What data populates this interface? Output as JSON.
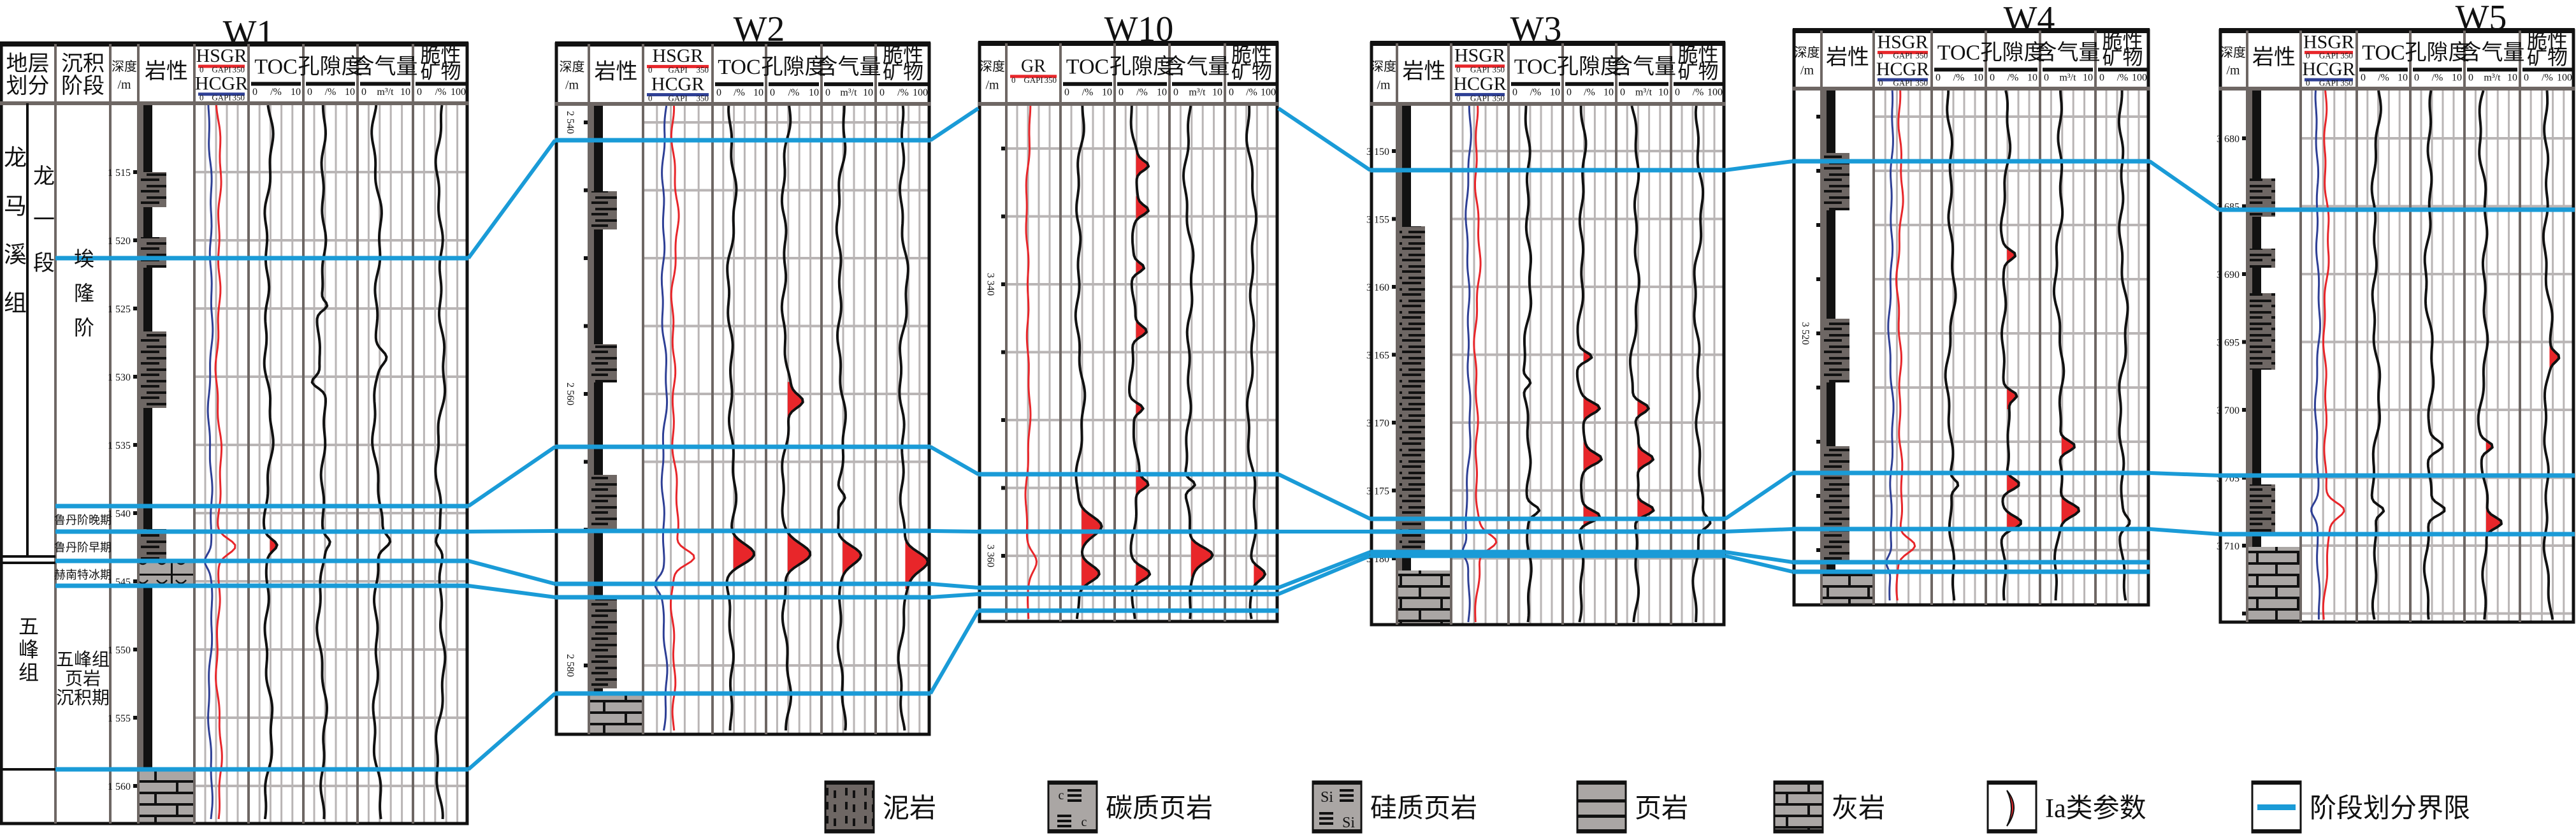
{
  "colors": {
    "boundary": "#1a9bd7",
    "hsgr": "#e8262a",
    "hcgr": "#2e3f95",
    "ia": "#e8262a"
  },
  "wells": [
    {
      "title": "W1",
      "header": {
        "strat": [
          "地层",
          "划分"
        ],
        "stage": [
          "沉积",
          "阶段"
        ],
        "depth": [
          "深度",
          "/m"
        ],
        "lithology": "岩性",
        "gr": [
          {
            "name": "HSGR",
            "min": "0",
            "unit": "GAPI",
            "max": "350"
          },
          {
            "name": "HCGR",
            "min": "0",
            "unit": "GAPI",
            "max": "350"
          }
        ],
        "toc": {
          "label": [
            "TOC"
          ],
          "min": "0",
          "unit": "/%",
          "max": "10"
        },
        "porosity": {
          "label": [
            "孔隙度"
          ],
          "min": "0",
          "unit": "/%",
          "max": "10"
        },
        "gas": {
          "label": [
            "含气量"
          ],
          "min": "0",
          "unit": "m³/t",
          "max": "10"
        },
        "brittle": {
          "label": [
            "脆性",
            "矿物"
          ],
          "min": "0",
          "unit": "/%",
          "max": "100"
        }
      },
      "depth_labels": [
        "1 515",
        "1 520",
        "1 525",
        "1 530",
        "1 535",
        "1 540",
        "1 545",
        "1 550",
        "1 555",
        "1 560"
      ],
      "strat": {
        "formation_upper": "龙马溪组",
        "member": "龙一段",
        "formation_lower": "五峰组"
      },
      "stages": {
        "s1": "埃隆阶",
        "s2": "鲁丹阶晚期",
        "s3": "鲁丹阶早期",
        "s4": "赫南特冰期",
        "s5": [
          "五峰组",
          "页岩",
          "沉积期"
        ]
      }
    },
    {
      "title": "W2",
      "header": {
        "depth": [
          "深度",
          "/m"
        ],
        "lithology": "岩性",
        "gr": [
          {
            "name": "HSGR",
            "min": "0",
            "unit": "GAPI",
            "max": "350"
          },
          {
            "name": "HCGR",
            "min": "0",
            "unit": "GAPI",
            "max": "350"
          }
        ],
        "toc": {
          "label": [
            "TOC"
          ],
          "min": "0",
          "unit": "/%",
          "max": "10"
        },
        "porosity": {
          "label": [
            "孔隙度"
          ],
          "min": "0",
          "unit": "/%",
          "max": "10"
        },
        "gas": {
          "label": [
            "含气量"
          ],
          "min": "0",
          "unit": "m³/t",
          "max": "10"
        },
        "brittle": {
          "label": [
            "脆性",
            "矿物"
          ],
          "min": "0",
          "unit": "/%",
          "max": "100"
        }
      },
      "depth_labels": [
        "2 540",
        "2 560",
        "2 580"
      ]
    },
    {
      "title": "W10",
      "header": {
        "depth": [
          "深度",
          "/m"
        ],
        "gr": [
          {
            "name": "GR",
            "min": "0",
            "unit": "GAPI",
            "max": "350"
          }
        ],
        "toc": {
          "label": [
            "TOC"
          ],
          "min": "0",
          "unit": "/%",
          "max": "10"
        },
        "porosity": {
          "label": [
            "孔隙度"
          ],
          "min": "0",
          "unit": "/%",
          "max": "10"
        },
        "gas": {
          "label": [
            "含气量"
          ],
          "min": "0",
          "unit": "m³/t",
          "max": "10"
        },
        "brittle": {
          "label": [
            "脆性",
            "矿物"
          ],
          "min": "0",
          "unit": "/%",
          "max": "100"
        }
      },
      "depth_labels": [
        "3 340",
        "3 360"
      ]
    },
    {
      "title": "W3",
      "header": {
        "depth": [
          "深度",
          "/m"
        ],
        "lithology": "岩性",
        "gr": [
          {
            "name": "HSGR",
            "min": "0",
            "unit": "GAPI",
            "max": "350"
          },
          {
            "name": "HCGR",
            "min": "0",
            "unit": "GAPI",
            "max": "350"
          }
        ],
        "toc": {
          "label": [
            "TOC"
          ],
          "min": "0",
          "unit": "/%",
          "max": "10"
        },
        "porosity": {
          "label": [
            "孔隙度"
          ],
          "min": "0",
          "unit": "/%",
          "max": "10"
        },
        "gas": {
          "label": [
            "含气量"
          ],
          "min": "0",
          "unit": "m³/t",
          "max": "10"
        },
        "brittle": {
          "label": [
            "脆性",
            "矿物"
          ],
          "min": "0",
          "unit": "/%",
          "max": "100"
        }
      },
      "depth_labels": [
        "3 150",
        "3 155",
        "3 160",
        "3 165",
        "3 170",
        "3 175",
        "3 180"
      ]
    },
    {
      "title": "W4",
      "header": {
        "depth": [
          "深度",
          "/m"
        ],
        "lithology": "岩性",
        "gr": [
          {
            "name": "HSGR",
            "min": "0",
            "unit": "GAPI",
            "max": "350"
          },
          {
            "name": "HCGR",
            "min": "0",
            "unit": "GAPI",
            "max": "350"
          }
        ],
        "toc": {
          "label": [
            "TOC"
          ],
          "min": "0",
          "unit": "/%",
          "max": "10"
        },
        "porosity": {
          "label": [
            "孔隙度"
          ],
          "min": "0",
          "unit": "/%",
          "max": "10"
        },
        "gas": {
          "label": [
            "含气量"
          ],
          "min": "0",
          "unit": "m³/t",
          "max": "10"
        },
        "brittle": {
          "label": [
            "脆性",
            "矿物"
          ],
          "min": "0",
          "unit": "/%",
          "max": "100"
        }
      },
      "depth_labels": [
        "3 520"
      ]
    },
    {
      "title": "W5",
      "header": {
        "depth": [
          "深度",
          "/m"
        ],
        "lithology": "岩性",
        "gr": [
          {
            "name": "HSGR",
            "min": "0",
            "unit": "GAPI",
            "max": "350"
          },
          {
            "name": "HCGR",
            "min": "0",
            "unit": "GAPI",
            "max": "350"
          }
        ],
        "toc": {
          "label": [
            "TOC"
          ],
          "min": "0",
          "unit": "/%",
          "max": "10"
        },
        "porosity": {
          "label": [
            "孔隙度"
          ],
          "min": "0",
          "unit": "/%",
          "max": "10"
        },
        "gas": {
          "label": [
            "含气量"
          ],
          "min": "0",
          "unit": "m³/t",
          "max": "10"
        },
        "brittle": {
          "label": [
            "脆性",
            "矿物"
          ],
          "min": "0",
          "unit": "/%",
          "max": "100"
        }
      },
      "depth_labels": [
        "3 680",
        "3 685",
        "3 690",
        "3 695",
        "3 700",
        "3 705",
        "3 710"
      ]
    }
  ],
  "legend": {
    "items": [
      "泥岩",
      "碳质页岩",
      "硅质页岩",
      "页岩",
      "灰岩",
      "Ia类参数",
      "阶段划分界限"
    ],
    "icon_text": {
      "carbon": "c",
      "silica": "Si"
    }
  }
}
